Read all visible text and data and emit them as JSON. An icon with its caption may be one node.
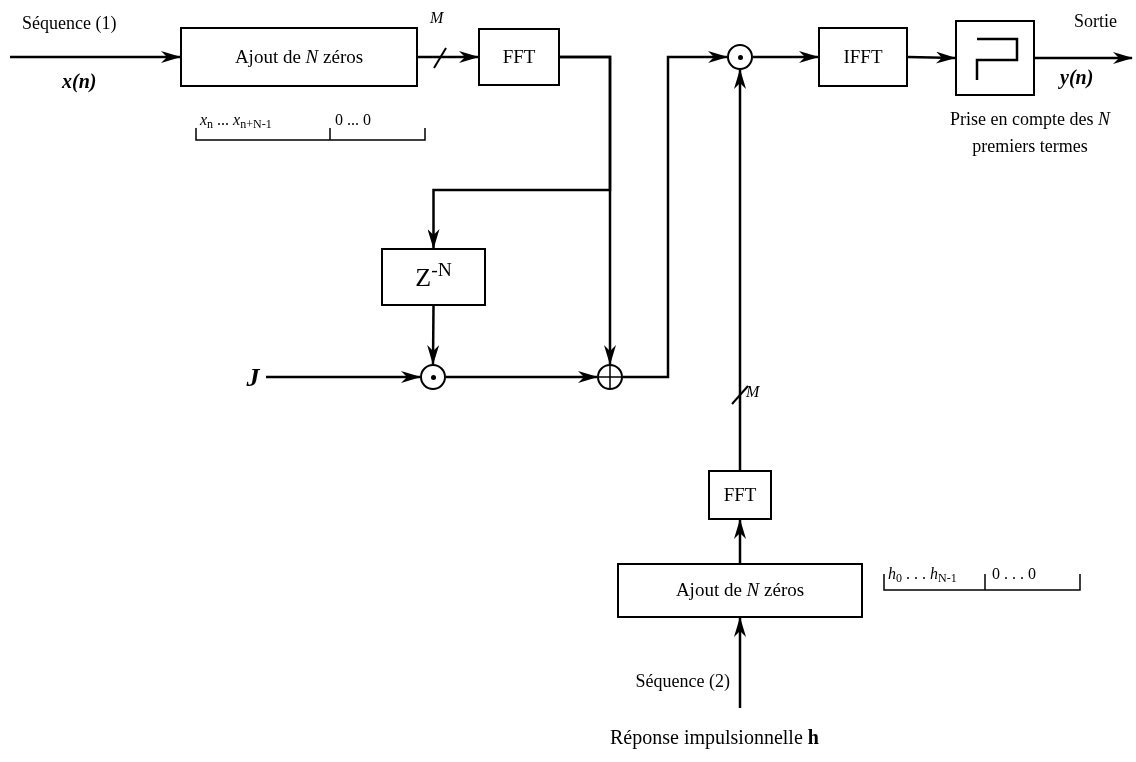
{
  "diagram": {
    "nodes": [
      {
        "text": [
          "Ajout de *N* zéros"
        ]
      },
      {
        "text": [
          "FFT"
        ]
      },
      {
        "text": [],
        "shape": "circle"
      },
      {
        "text": [
          "IFFT"
        ]
      },
      {
        "text": [],
        "shape": "box"
      },
      {
        "text": [
          "Z$^{-N}$"
        ]
      },
      {
        "text": [],
        "shape": "circle"
      },
      {
        "text": [],
        "shape": "circle"
      },
      {
        "text": [
          "FFT"
        ]
      },
      {
        "text": [
          "Ajout de *N* zéros"
        ]
      },
      {
        "text": [
          "J"
        ]
      }
    ],
    "edges": [
      {
        "from": null,
        "to": 0,
        "arrow": "to",
        "label": "Séquence (1)"
      },
      {
        "from": 0,
        "to": 1,
        "arrow": "to"
      },
      {
        "from": 1,
        "to": 5,
        "arrow": "to"
      },
      {
        "from": 1,
        "to": 7,
        "arrow": "to"
      },
      {
        "from": 5,
        "to": 6,
        "arrow": "to"
      },
      {
        "from": 10,
        "to": 6,
        "arrow": "to"
      },
      {
        "from": 6,
        "to": 7,
        "arrow": "to"
      },
      {
        "from": 7,
        "to": 2,
        "arrow": "to"
      },
      {
        "from": 2,
        "to": 3,
        "arrow": "to"
      },
      {
        "from": 3,
        "to": 4,
        "arrow": "to"
      },
      {
        "from": 4,
        "to": null,
        "arrow": "to",
        "label": "Sortie"
      },
      {
        "from": 9,
        "to": 8,
        "arrow": "to"
      },
      {
        "from": 8,
        "to": 2,
        "arrow": "to"
      },
      {
        "from": null,
        "to": 9,
        "arrow": "to",
        "label": "Séquence (2)"
      }
    ],
    "labels": [
      "x(n)",
      "M",
      "*x*$_{n}$ ... *x*$_{n+N-1}$",
      "0 ... 0",
      "y(n)",
      "Prise en compte des *N* premiers termes",
      "M",
      "*h*$_{0}$ . . . *h*$_{N-1}$",
      "0 . . . 0",
      "Réponse impulsionnelle **h**"
    ]
  }
}
